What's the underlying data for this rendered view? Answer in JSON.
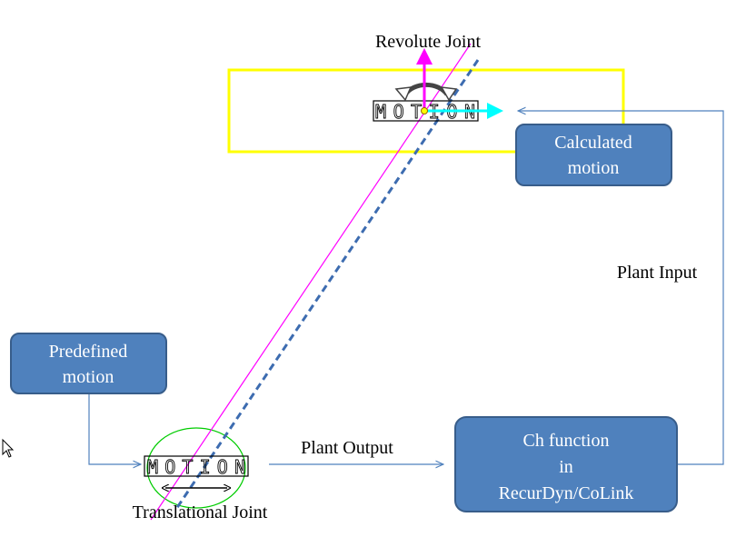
{
  "labels": {
    "revolute_joint": "Revolute Joint",
    "translational_joint": "Translational Joint",
    "plant_input": "Plant Input",
    "plant_output": "Plant Output"
  },
  "boxes": {
    "calculated_motion": [
      "Calculated",
      "motion"
    ],
    "predefined_motion": [
      "Predefined",
      "motion"
    ],
    "ch_function": [
      "Ch function",
      "in",
      "RecurDyn/CoLink"
    ]
  },
  "motion_markers": {
    "top": "MOTION",
    "bottom": "MOTION"
  },
  "colors": {
    "box_fill": "#4f81bd",
    "box_stroke": "#385d8a",
    "connector": "#4f81bd",
    "revolute_frame": "#ffff00",
    "translational_circle": "#00cc00",
    "link_line": "#ff00ff",
    "dashed_link": "#3d6cb0",
    "z_axis": "#ff00ff",
    "x_axis": "#00ffff"
  }
}
